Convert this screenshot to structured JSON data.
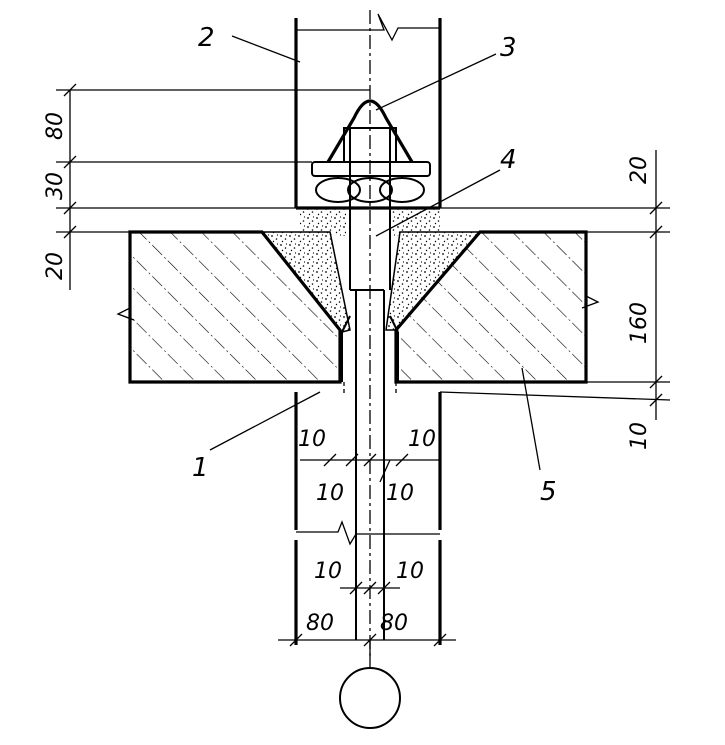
{
  "labels": {
    "l1": "1",
    "l2": "2",
    "l3": "3",
    "l4": "4",
    "l5": "5"
  },
  "dimensions": {
    "left": [
      "80",
      "30",
      "20"
    ],
    "right": [
      "20",
      "160",
      "10"
    ],
    "bottom_upper": [
      "10",
      "10",
      "10",
      "10"
    ],
    "bottom_lower": [
      "10",
      "10"
    ],
    "bottom_widths": [
      "80",
      "80"
    ]
  }
}
